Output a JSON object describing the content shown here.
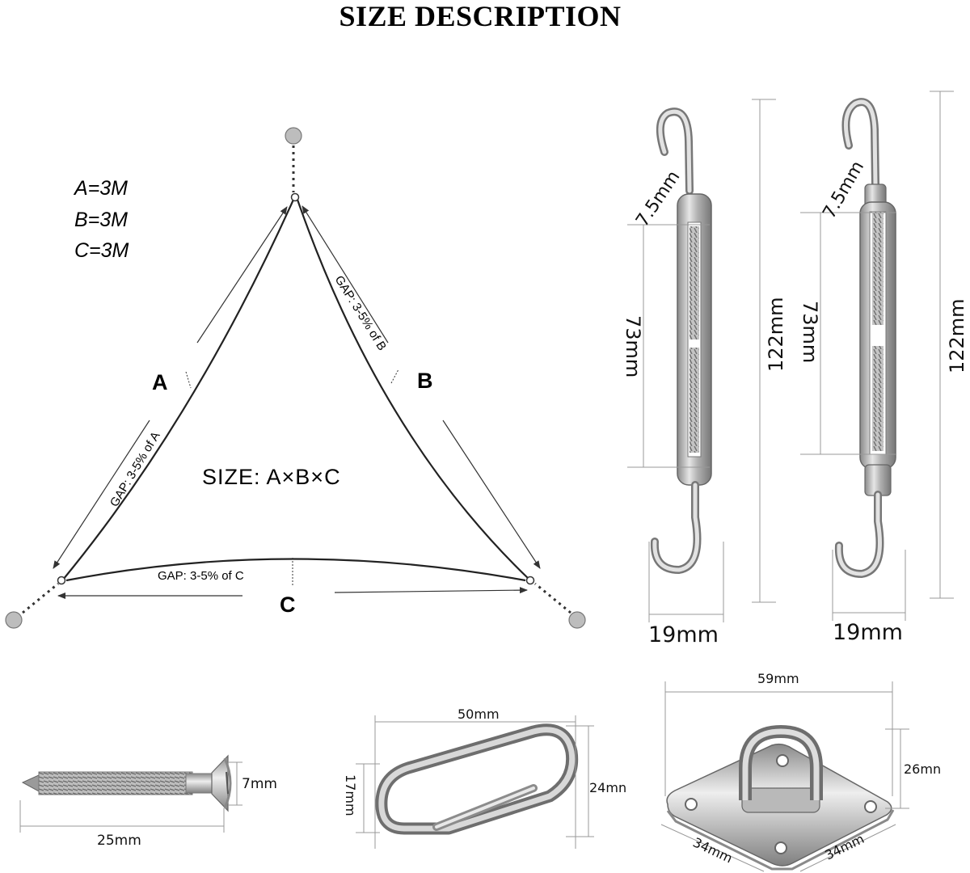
{
  "title": "SIZE DESCRIPTION",
  "legend": [
    "A=3M",
    "B=3M",
    "C=3M"
  ],
  "triangle": {
    "size_label": "SIZE: A×B×C",
    "side_a": "A",
    "side_b": "B",
    "side_c": "C",
    "gap_a": "GAP: 3-5% of A",
    "gap_b": "GAP: 3-5% of B",
    "gap_c": "GAP: 3-5% of C"
  },
  "turnbuckle_left": {
    "hook_gap": "7.5mm",
    "body": "73mm",
    "total": "122mm",
    "width": "19mm"
  },
  "turnbuckle_right": {
    "hook_gap": "7.5mm",
    "body": "73mm",
    "total": "122mm",
    "width": "19mm"
  },
  "screw": {
    "head": "7mm",
    "length": "25mm"
  },
  "carabiner": {
    "length": "50mm",
    "height_outer": "24mn",
    "height_inner": "17mm"
  },
  "pad_eye": {
    "width": "59mm",
    "height": "26mn",
    "side_left": "34mm",
    "side_right": "34mm"
  },
  "colors": {
    "line": "#333333",
    "anchor": "#bdbdbd",
    "metal": "#c8c8c8",
    "metal_dark": "#7a7a7a"
  }
}
